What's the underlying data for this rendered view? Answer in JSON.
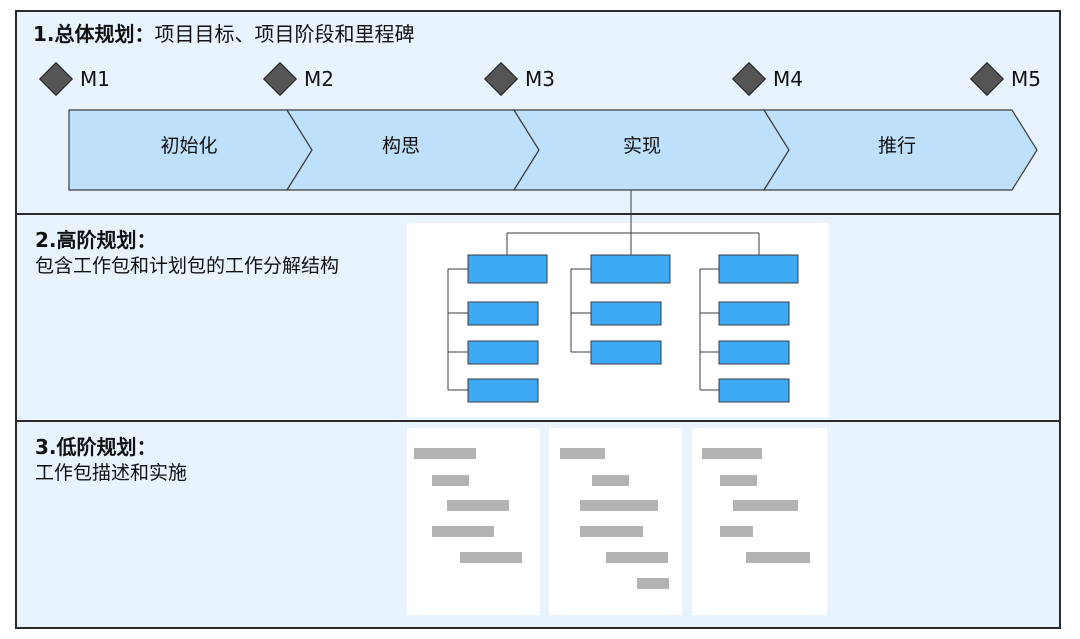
{
  "section1": {
    "number": "1.",
    "heading": "总体规划：",
    "subtitle": "项目目标、项目阶段和里程碑",
    "milestones": [
      "M1",
      "M2",
      "M3",
      "M4",
      "M5"
    ],
    "phases": [
      "初始化",
      "构思",
      "实现",
      "推行"
    ]
  },
  "section2": {
    "number": "2.",
    "heading": "高阶规划：",
    "description": "包含工作包和计划包的工作分解结构"
  },
  "section3": {
    "number": "3.",
    "heading": "低阶规划：",
    "description": "工作包描述和实施"
  },
  "colors": {
    "frame_bg": "#e8f3fe",
    "phase_fill": "#bfe0fb",
    "wbs_box": "#3ea9f5",
    "milestone": "#555555",
    "text_bar": "#b3b3b3"
  }
}
